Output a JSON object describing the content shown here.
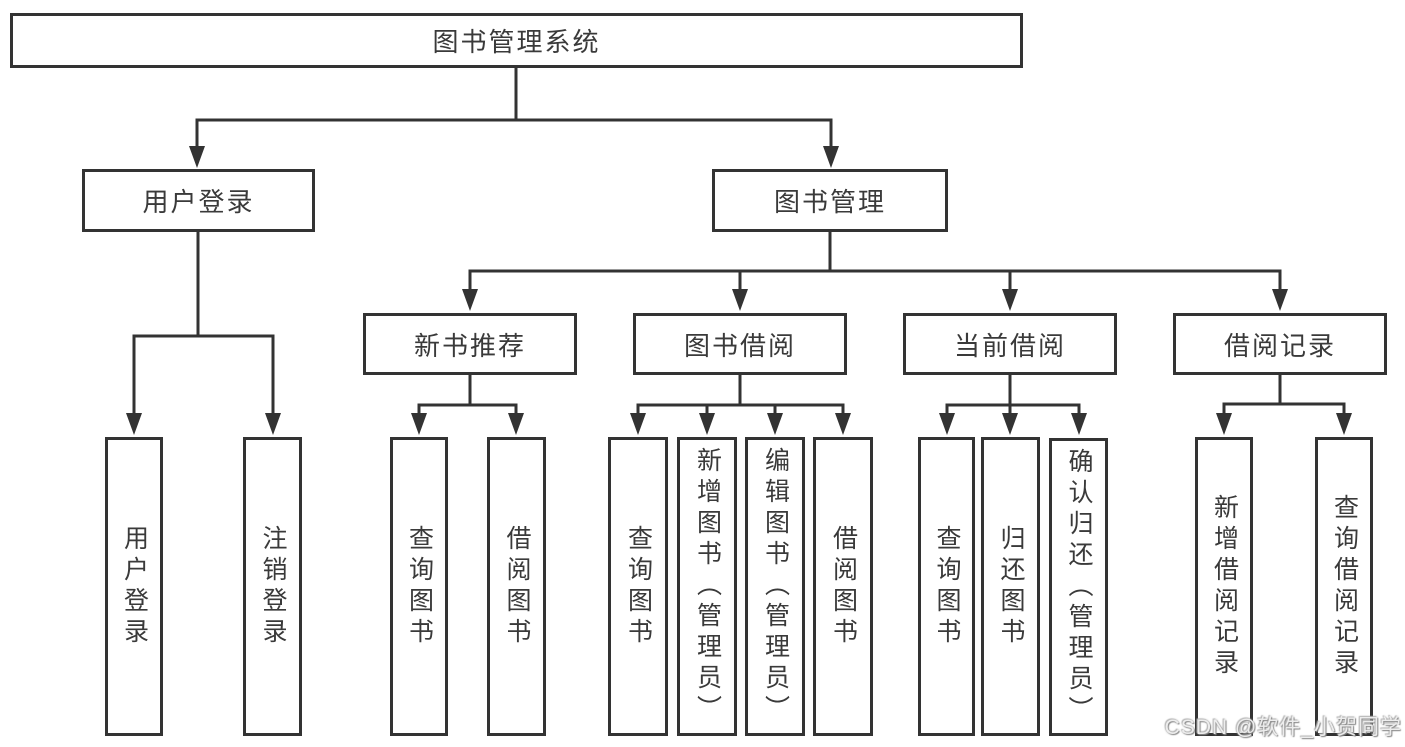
{
  "diagram": {
    "nodes": {
      "root": "图书管理系统",
      "user_login": "用户登录",
      "book_mgmt": "图书管理",
      "leaf_user_login": "用户登录",
      "leaf_logout": "注销登录",
      "new_book_rec": "新书推荐",
      "book_borrow": "图书借阅",
      "current_borrow": "当前借阅",
      "borrow_record": "借阅记录",
      "nbr_query_book": "查询图书",
      "nbr_borrow_book": "借阅图书",
      "bb_query_book": "查询图书",
      "bb_add_book": "新增图书（管理员）",
      "bb_edit_book": "编辑图书（管理员）",
      "bb_borrow_book": "借阅图书",
      "cb_query_book": "查询图书",
      "cb_return_book": "归还图书",
      "cb_confirm_return": "确认归还（管理员）",
      "br_add_record": "新增借阅记录",
      "br_query_record": "查询借阅记录"
    }
  },
  "watermark": {
    "text": "CSDN @软件_小贺同学"
  },
  "colors": {
    "line": "#333333",
    "text": "#3a3a3a",
    "background": "#ffffff"
  }
}
